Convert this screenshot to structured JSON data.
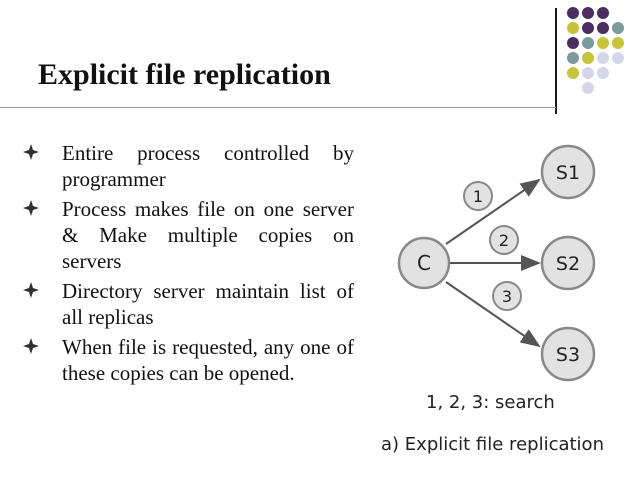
{
  "slide": {
    "title": "Explicit file replication",
    "bullets": [
      "Entire process controlled by programmer",
      "Process makes file on one server & Make multiple copies on servers",
      "Directory server maintain list of all replicas",
      "When file is requested, any one of these copies can be opened."
    ]
  },
  "diagram": {
    "client_label": "C",
    "servers": [
      "S1",
      "S2",
      "S3"
    ],
    "steps": [
      "1",
      "2",
      "3"
    ],
    "legend": "1, 2, 3: search",
    "caption": "(a) Explicit file replication"
  },
  "colors": {
    "purple": "#4b2d62",
    "teal": "#7a9a9c",
    "olive": "#c7c33b",
    "lavender": "#d6d6ea",
    "node_fill": "#e2e2e2",
    "node_stroke": "#888888"
  }
}
